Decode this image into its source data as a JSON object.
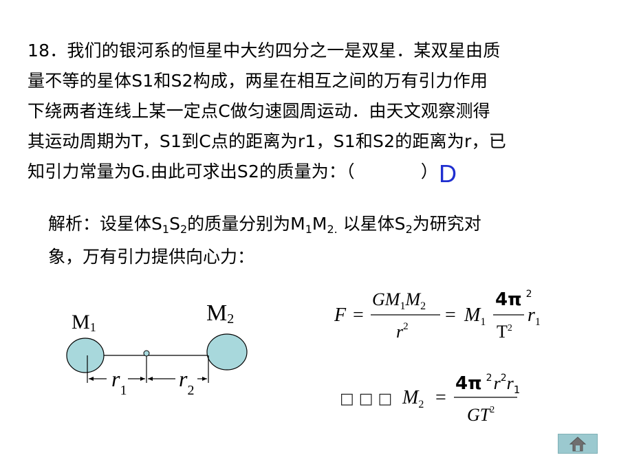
{
  "problem": {
    "lines": [
      "18．我们的银河系的恒星中大约四分之一是双星．某双星由质",
      "量不等的星体S1和S2构成，两星在相互之间的万有引力作用",
      "下绕两者连线上某一定点C做匀速圆周运动．由天文观察测得",
      "其运动周期为T，S1到C点的距离为r1，S1和S2的距离为r，已",
      "知引力常量为G.由此可求出S2的质量为：（",
      "）"
    ],
    "answer": "D"
  },
  "analysis": {
    "line1_a": "解析：设星体S",
    "line1_s1": "1",
    "line1_b": "S",
    "line1_s2": "2",
    "line1_c": "的质量分别为M",
    "line1_s3": "1",
    "line1_d": "M",
    "line1_s4": "2.",
    "line1_e": " 以星体S",
    "line1_s5": "2",
    "line1_f": "为研究对",
    "line2": "象，万有引力提供向心力："
  },
  "diagram": {
    "m1": "M",
    "m1_sub": "1",
    "m2": "M",
    "m2_sub": "2",
    "r1": "r",
    "r1_sub": "1",
    "r2": "r",
    "r2_sub": "2",
    "fill_color": "#a8d8dc"
  },
  "formula1": {
    "lhs": "F",
    "eq": "=",
    "num_G": "GM",
    "num_sub1": "1",
    "num_M": "M",
    "num_sub2": "2",
    "den_r": "r",
    "den_exp": "2",
    "eq2": "=",
    "M": "M",
    "M_sub": "1",
    "frac_num": "4π",
    "frac_num_exp": "2",
    "frac_den": "T",
    "frac_den_exp": "2",
    "r": "r",
    "r_sub": "1"
  },
  "formula2": {
    "prefix": "□ □ □",
    "lhs": "M",
    "lhs_sub": "2",
    "eq": "=",
    "num_4pi": "4π",
    "num_exp1": "2",
    "num_r": "r",
    "num_exp2": "2",
    "num_r1": "r",
    "num_sub": "1",
    "den": "GT",
    "den_exp": "2"
  },
  "nav": {
    "icon": "home-icon"
  }
}
